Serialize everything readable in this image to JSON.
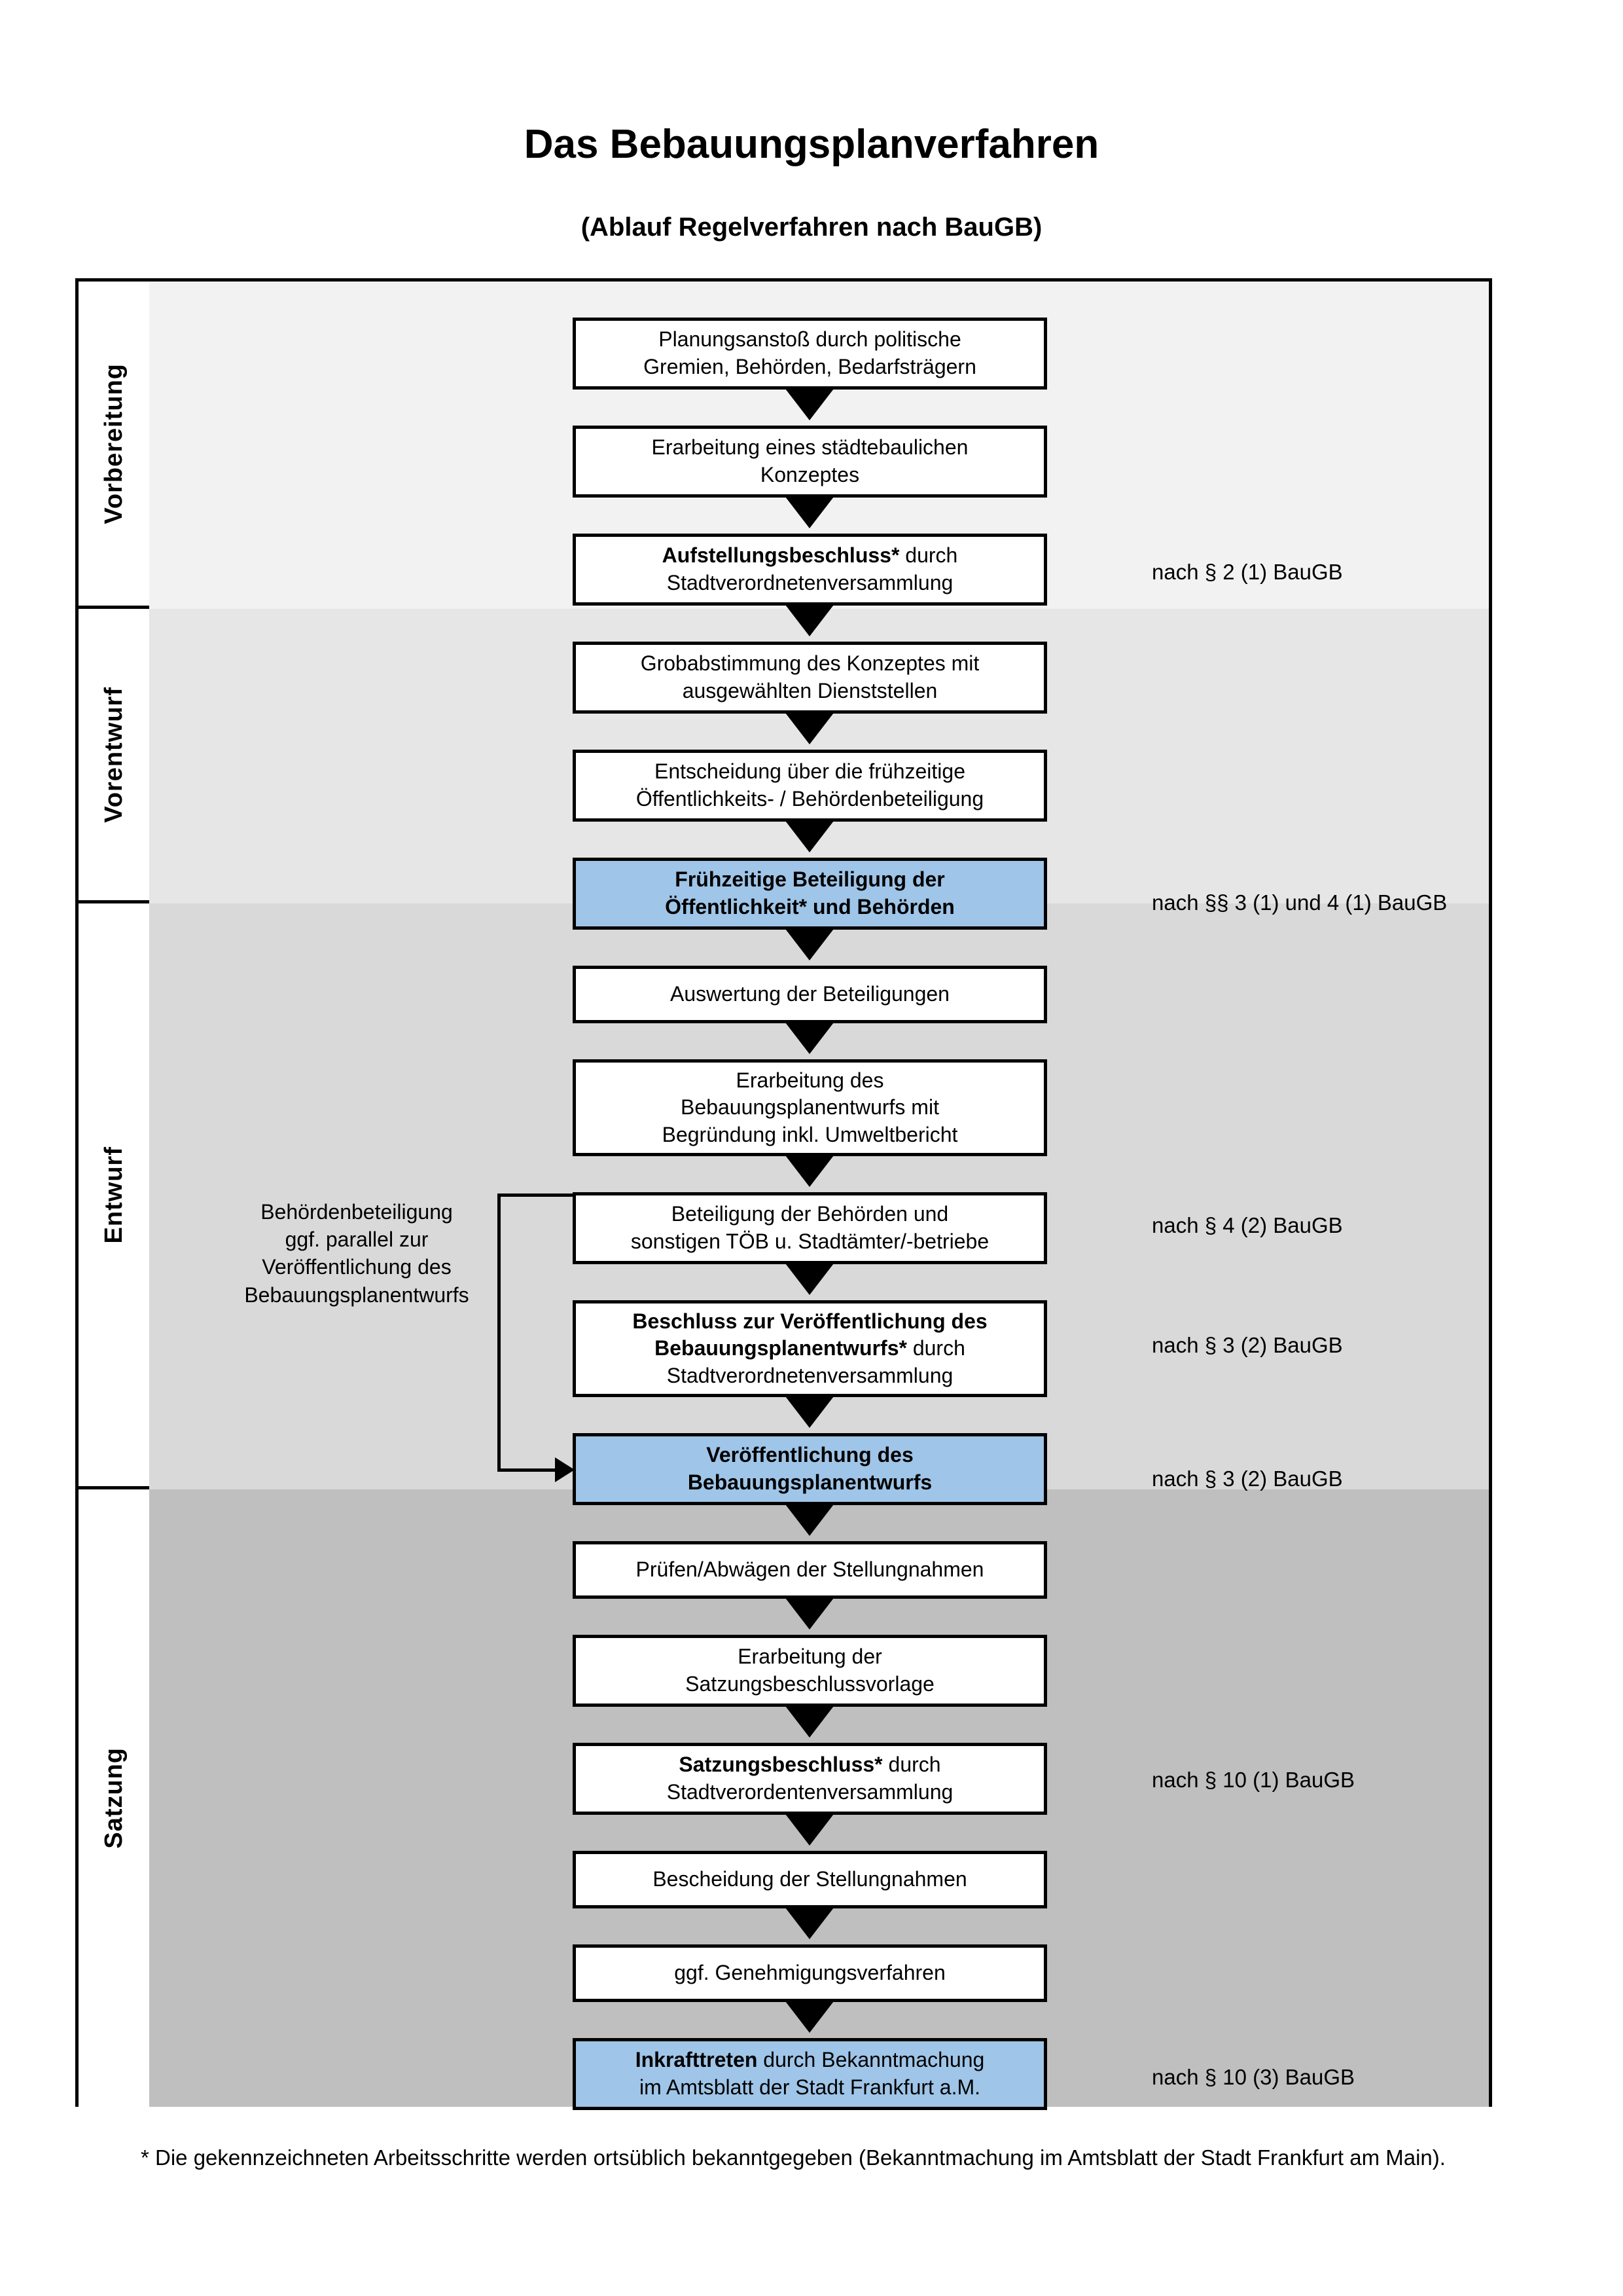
{
  "header": {
    "title": "Das Bebauungsplanverfahren",
    "subtitle": "(Ablauf Regelverfahren nach BauGB)"
  },
  "phases": [
    {
      "id": "vorbereitung",
      "label": "Vorbereitung",
      "band_color": "#f2f2f2"
    },
    {
      "id": "vorentwurf",
      "label": "Vorentwurf",
      "band_color": "#e6e6e6"
    },
    {
      "id": "entwurf",
      "label": "Entwurf",
      "band_color": "#d9d9d9"
    },
    {
      "id": "satzung",
      "label": "Satzung",
      "band_color": "#bfbfbf"
    }
  ],
  "steps": [
    {
      "id": "planungsanstoss",
      "phase": "vorbereitung",
      "line1": "Planungsanstoß durch politische",
      "line2": "Gremien, Behörden, Bedarfsträgern",
      "line3": "",
      "bold_lead": "",
      "highlight": false
    },
    {
      "id": "staedtebau-konzept",
      "phase": "vorbereitung",
      "line1": "Erarbeitung eines städtebaulichen",
      "line2": "Konzeptes",
      "line3": "",
      "bold_lead": "",
      "highlight": false
    },
    {
      "id": "aufstellungsbeschluss",
      "phase": "vorbereitung",
      "line1": "",
      "line2": "Stadtverordnetenversammlung",
      "line3": "",
      "bold_lead": "Aufstellungsbeschluss*",
      "lead_tail": " durch",
      "highlight": false
    },
    {
      "id": "grobabstimmung",
      "phase": "vorentwurf",
      "line1": "Grobabstimmung des Konzeptes mit",
      "line2": "ausgewählten Dienststellen",
      "line3": "",
      "bold_lead": "",
      "highlight": false
    },
    {
      "id": "entscheidung-fruehzeitig",
      "phase": "vorentwurf",
      "line1": "Entscheidung über die frühzeitige",
      "line2": "Öffentlichkeits- / Behördenbeteiligung",
      "line3": "",
      "bold_lead": "",
      "highlight": false
    },
    {
      "id": "fruehzeitige-beteiligung",
      "phase": "vorentwurf",
      "line1": "Frühzeitige Beteiligung der",
      "line2": "Öffentlichkeit* und Behörden",
      "line3": "",
      "bold_lead": "",
      "highlight": true,
      "all_bold": true
    },
    {
      "id": "auswertung",
      "phase": "entwurf",
      "line1": "Auswertung der Beteiligungen",
      "line2": "",
      "line3": "",
      "bold_lead": "",
      "highlight": false
    },
    {
      "id": "erarbeitung-entwurf",
      "phase": "entwurf",
      "line1": "Erarbeitung des",
      "line2": "Bebauungsplanentwurfs mit",
      "line3": "Begründung inkl. Umweltbericht",
      "bold_lead": "",
      "highlight": false
    },
    {
      "id": "beteiligung-behoerden",
      "phase": "entwurf",
      "line1": "Beteiligung der Behörden und",
      "line2": "sonstigen TÖB u. Stadtämter/-betriebe",
      "line3": "",
      "bold_lead": "",
      "highlight": false
    },
    {
      "id": "beschluss-veroeffentlichung",
      "phase": "entwurf",
      "line1": "",
      "line2": "",
      "line3": "Stadtverordnetenversammlung",
      "bold_lead": "Beschluss zur Veröffentlichung des Bebauungsplanentwurfs*",
      "lead_tail": " durch",
      "highlight": false
    },
    {
      "id": "veroeffentlichung",
      "phase": "entwurf",
      "line1": "Veröffentlichung des",
      "line2": "Bebauungsplanentwurfs",
      "line3": "",
      "bold_lead": "",
      "highlight": true,
      "all_bold": true
    },
    {
      "id": "pruefen-abwaegen",
      "phase": "satzung",
      "line1": "Prüfen/Abwägen der Stellungnahmen",
      "line2": "",
      "line3": "",
      "bold_lead": "",
      "highlight": false
    },
    {
      "id": "satzungsbeschlussvorlage",
      "phase": "satzung",
      "line1": "Erarbeitung der",
      "line2": "Satzungsbeschlussvorlage",
      "line3": "",
      "bold_lead": "",
      "highlight": false
    },
    {
      "id": "satzungsbeschluss",
      "phase": "satzung",
      "line1": "",
      "line2": "Stadtverordentenversammlung",
      "line3": "",
      "bold_lead": "Satzungsbeschluss*",
      "lead_tail": " durch",
      "highlight": false
    },
    {
      "id": "bescheidung",
      "phase": "satzung",
      "line1": "Bescheidung der Stellungnahmen",
      "line2": "",
      "line3": "",
      "bold_lead": "",
      "highlight": false
    },
    {
      "id": "genehmigungsverfahren",
      "phase": "satzung",
      "line1": "ggf. Genehmigungsverfahren",
      "line2": "",
      "line3": "",
      "bold_lead": "",
      "highlight": false
    },
    {
      "id": "inkrafttreten",
      "phase": "satzung",
      "line1": "",
      "line2": "im Amtsblatt der Stadt Frankfurt a.M.",
      "line3": "",
      "bold_lead": "Inkrafttreten",
      "lead_tail": " durch Bekanntmachung",
      "highlight": true
    }
  ],
  "legal_notes": [
    {
      "id": "note-par2-1",
      "text": "nach § 2 (1) BauGB"
    },
    {
      "id": "note-par3-4-1",
      "text": "nach §§ 3 (1) und 4 (1) BauGB"
    },
    {
      "id": "note-par4-2",
      "text": "nach § 4 (2) BauGB"
    },
    {
      "id": "note-par3-2a",
      "text": "nach § 3 (2) BauGB"
    },
    {
      "id": "note-par3-2b",
      "text": "nach § 3 (2) BauGB"
    },
    {
      "id": "note-par10-1",
      "text": "nach § 10 (1) BauGB"
    },
    {
      "id": "note-par10-3",
      "text": "nach § 10 (3) BauGB"
    }
  ],
  "side_note": {
    "line1": "Behördenbeteiligung",
    "line2": "ggf. parallel zur",
    "line3": "Veröffentlichung des",
    "line4": "Bebauungsplanentwurfs"
  },
  "footnote": {
    "text": "* Die gekennzeichneten Arbeitsschritte werden ortsüblich bekanntgegeben (Bekanntmachung im Amtsblatt  der Stadt Frankfurt am Main)."
  },
  "colors": {
    "highlight_blue": "#9fc5e8",
    "border_black": "#000000",
    "band_vorbereitung": "#f2f2f2",
    "band_vorentwurf": "#e6e6e6",
    "band_entwurf": "#d9d9d9",
    "band_satzung": "#bfbfbf"
  }
}
